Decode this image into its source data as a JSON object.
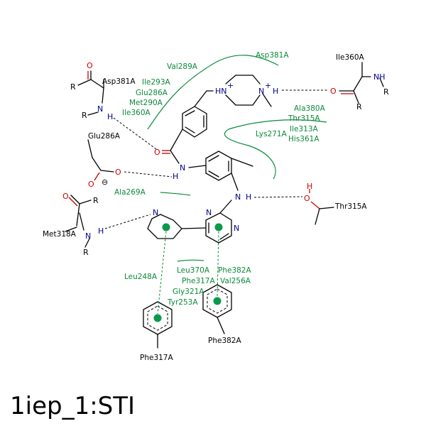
{
  "title": "1iep_1:STI",
  "colors": {
    "hydrophobic": "#0a8a3a",
    "nitrogen": "#00008b",
    "oxygen": "#cc0000",
    "bond": "#000000"
  },
  "residues": {
    "asp381_left": "Asp381A",
    "glu286_left": "Glu286A",
    "met318": "Met318A",
    "ile360_right": "Ile360A",
    "thr315": "Thr315A",
    "phe317_bottom": "Phe317A",
    "phe382_bottom": "Phe382A"
  },
  "hydrophobic": {
    "val289": "Val289A",
    "asp381": "Asp381A",
    "ile293": "Ile293A",
    "glu286": "Glu286A",
    "met290": "Met290A",
    "ile360": "Ile360A",
    "ala380": "Ala380A",
    "thr315": "Thr315A",
    "lys271": "Lys271A",
    "ile313": "Ile313A",
    "his361": "His361A",
    "ala269": "Ala269A",
    "leu248": "Leu248A",
    "leu370": "Leu370A",
    "phe317": "Phe317A",
    "gly321": "Gly321A",
    "tyr253": "Tyr253A",
    "phe382": "Phe382A",
    "val256": "Val256A"
  },
  "atoms": {
    "R": "R",
    "N": "N",
    "H": "H",
    "O": "O",
    "NH": "NH",
    "HN_plus": "HN",
    "N_plus": "N",
    "plus": "+",
    "minus": "⊖"
  }
}
